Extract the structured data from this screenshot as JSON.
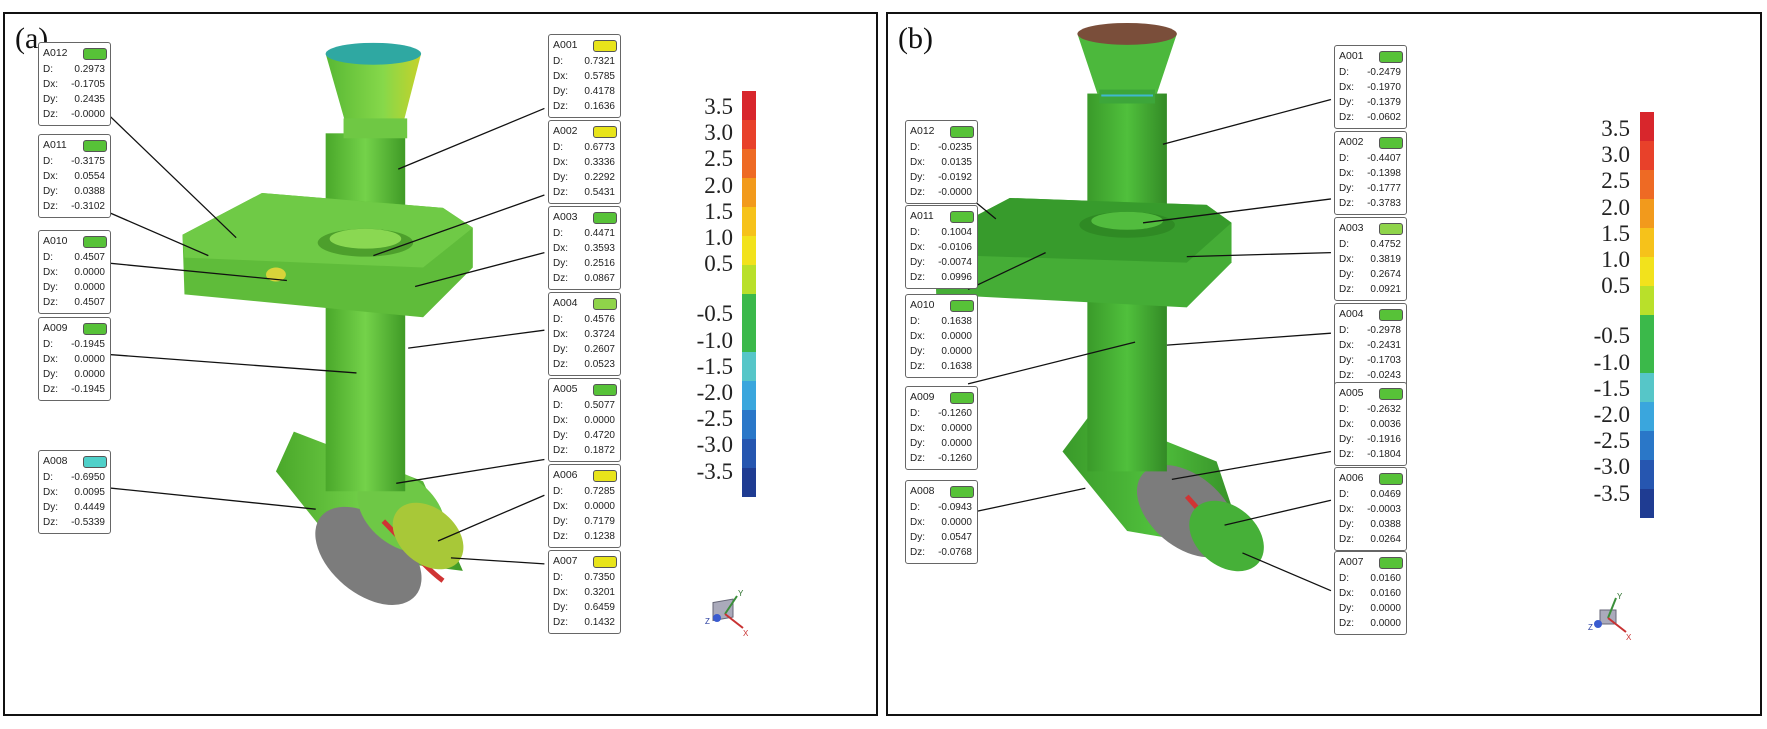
{
  "panels": [
    {
      "label": "(a)",
      "annotations": [
        {
          "id": "A001",
          "color": "#e8e41a",
          "D": "0.7321",
          "Dx": "0.5785",
          "Dy": "0.4178",
          "Dz": "0.1636"
        },
        {
          "id": "A002",
          "color": "#e8e41a",
          "D": "0.6773",
          "Dx": "0.3336",
          "Dy": "0.2292",
          "Dz": "0.5431"
        },
        {
          "id": "A003",
          "color": "#57c238",
          "D": "0.4471",
          "Dx": "0.3593",
          "Dy": "0.2516",
          "Dz": "0.0867"
        },
        {
          "id": "A004",
          "color": "#8fd44a",
          "D": "0.4576",
          "Dx": "0.3724",
          "Dy": "0.2607",
          "Dz": "0.0523"
        },
        {
          "id": "A005",
          "color": "#57c238",
          "D": "0.5077",
          "Dx": "0.0000",
          "Dy": "0.4720",
          "Dz": "0.1872"
        },
        {
          "id": "A006",
          "color": "#e8e41a",
          "D": "0.7285",
          "Dx": "0.0000",
          "Dy": "0.7179",
          "Dz": "0.1238"
        },
        {
          "id": "A007",
          "color": "#e8e41a",
          "D": "0.7350",
          "Dx": "0.3201",
          "Dy": "0.6459",
          "Dz": "0.1432"
        },
        {
          "id": "A008",
          "color": "#4fd0c9",
          "D": "-0.6950",
          "Dx": "0.0095",
          "Dy": "0.4449",
          "Dz": "-0.5339"
        },
        {
          "id": "A009",
          "color": "#57c238",
          "D": "-0.1945",
          "Dx": "0.0000",
          "Dy": "0.0000",
          "Dz": "-0.1945"
        },
        {
          "id": "A010",
          "color": "#57c238",
          "D": "0.4507",
          "Dx": "0.0000",
          "Dy": "0.0000",
          "Dz": "0.4507"
        },
        {
          "id": "A011",
          "color": "#57c238",
          "D": "-0.3175",
          "Dx": "0.0554",
          "Dy": "0.0388",
          "Dz": "-0.3102"
        },
        {
          "id": "A012",
          "color": "#57c238",
          "D": "0.2973",
          "Dx": "-0.1705",
          "Dy": "0.2435",
          "Dz": "-0.0000"
        }
      ]
    },
    {
      "label": "(b)",
      "annotations": [
        {
          "id": "A001",
          "color": "#57c238",
          "D": "-0.2479",
          "Dx": "-0.1970",
          "Dy": "-0.1379",
          "Dz": "-0.0602"
        },
        {
          "id": "A002",
          "color": "#57c238",
          "D": "-0.4407",
          "Dx": "-0.1398",
          "Dy": "-0.1777",
          "Dz": "-0.3783"
        },
        {
          "id": "A003",
          "color": "#8fd44a",
          "D": "0.4752",
          "Dx": "0.3819",
          "Dy": "0.2674",
          "Dz": "0.0921"
        },
        {
          "id": "A004",
          "color": "#57c238",
          "D": "-0.2978",
          "Dx": "-0.2431",
          "Dy": "-0.1703",
          "Dz": "-0.0243"
        },
        {
          "id": "A005",
          "color": "#57c238",
          "D": "-0.2632",
          "Dx": "0.0036",
          "Dy": "-0.1916",
          "Dz": "-0.1804"
        },
        {
          "id": "A006",
          "color": "#57c238",
          "D": "0.0469",
          "Dx": "-0.0003",
          "Dy": "0.0388",
          "Dz": "0.0264"
        },
        {
          "id": "A007",
          "color": "#57c238",
          "D": "0.0160",
          "Dx": "0.0160",
          "Dy": "0.0000",
          "Dz": "0.0000"
        },
        {
          "id": "A008",
          "color": "#57c238",
          "D": "-0.0943",
          "Dx": "0.0000",
          "Dy": "0.0547",
          "Dz": "-0.0768"
        },
        {
          "id": "A009",
          "color": "#57c238",
          "D": "-0.1260",
          "Dx": "0.0000",
          "Dy": "0.0000",
          "Dz": "-0.1260"
        },
        {
          "id": "A010",
          "color": "#57c238",
          "D": "0.1638",
          "Dx": "0.0000",
          "Dy": "0.0000",
          "Dz": "0.1638"
        },
        {
          "id": "A011",
          "color": "#57c238",
          "D": "0.1004",
          "Dx": "-0.0106",
          "Dy": "-0.0074",
          "Dz": "0.0996"
        },
        {
          "id": "A012",
          "color": "#57c238",
          "D": "-0.0235",
          "Dx": "0.0135",
          "Dy": "-0.0192",
          "Dz": "-0.0000"
        }
      ]
    }
  ],
  "field_labels": {
    "D": "D:",
    "Dx": "Dx:",
    "Dy": "Dy:",
    "Dz": "Dz:"
  },
  "color_scale": {
    "labels": [
      "3.5",
      "3.0",
      "2.5",
      "2.0",
      "1.5",
      "1.0",
      "0.5",
      "-0.5",
      "-1.0",
      "-1.5",
      "-2.0",
      "-2.5",
      "-3.0",
      "-3.5"
    ],
    "colors": [
      "#d8262c",
      "#e8412a",
      "#ee6a24",
      "#f29a1c",
      "#f6c21a",
      "#f2e21c",
      "#b9e02a",
      "#3bb94a",
      "#3bb94a",
      "#56c6c8",
      "#3aa6dd",
      "#2a77c8",
      "#2656b0",
      "#1f3c92"
    ]
  },
  "axis_labels": {
    "x": "X",
    "y": "Y",
    "z": "Z"
  }
}
